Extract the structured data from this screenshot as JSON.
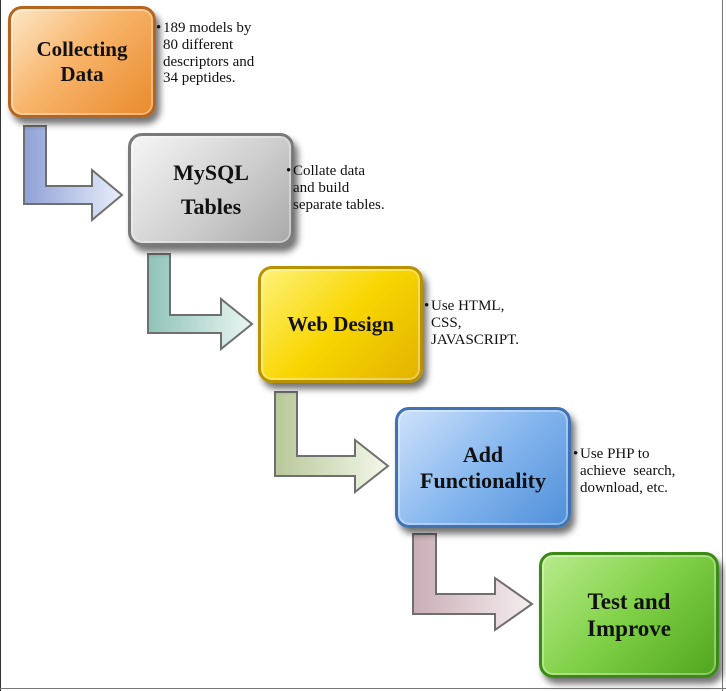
{
  "steps": [
    {
      "lines": [
        "Collecting",
        "Data"
      ],
      "note": [
        "189 models by",
        "80 different",
        "descriptors and",
        "34 peptides."
      ]
    },
    {
      "lines": [
        "MySQL",
        "Tables"
      ],
      "note": [
        "Collate data",
        "and build",
        "separate tables."
      ]
    },
    {
      "lines": [
        "Web Design"
      ],
      "note": [
        "Use HTML,",
        "CSS,",
        "JAVASCRIPT."
      ]
    },
    {
      "lines": [
        "Add",
        "Functionality"
      ],
      "note": [
        "Use PHP to",
        "achieve  search,",
        "download, etc."
      ]
    },
    {
      "lines": [
        "Test and",
        "Improve"
      ],
      "note": []
    }
  ],
  "bullet": "•",
  "colors": {
    "collecting": "#f8b46a",
    "mysql": "#cfcfcf",
    "web_design": "#f8d600",
    "functionality": "#86b7ee",
    "test": "#7fd046"
  }
}
